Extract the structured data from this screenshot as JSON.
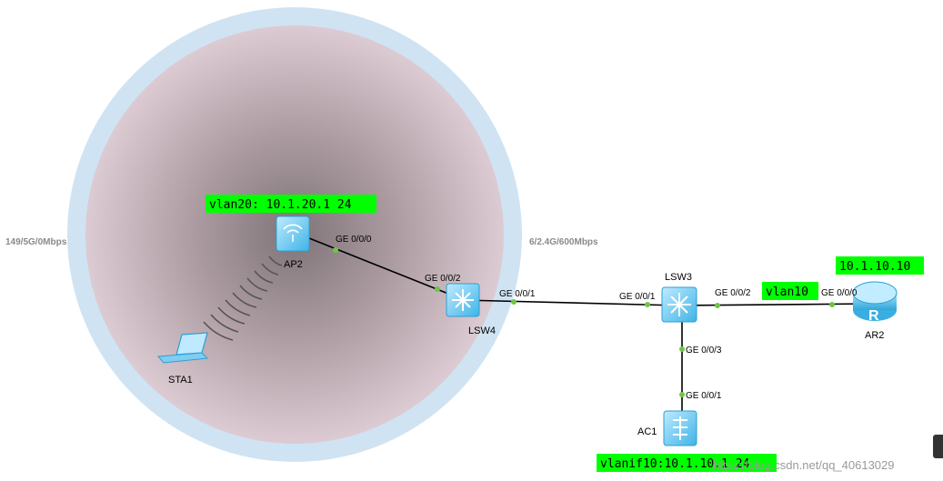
{
  "devices": {
    "ap2": "AP2",
    "sta1": "STA1",
    "lsw4": "LSW4",
    "lsw3": "LSW3",
    "ar2": "AR2",
    "ac1": "AC1"
  },
  "radio_info": {
    "band_5g": "149/5G/0Mbps",
    "band_24g": "6/2.4G/600Mbps"
  },
  "ports": {
    "ap2_ge000": "GE 0/0/0",
    "lsw4_ge002": "GE 0/0/2",
    "lsw4_ge001": "GE 0/0/1",
    "lsw3_ge001": "GE 0/0/1",
    "lsw3_ge002": "GE 0/0/2",
    "lsw3_ge003": "GE 0/0/3",
    "ar2_ge000": "GE 0/0/0",
    "ac1_ge001": "GE 0/0/1"
  },
  "notes": {
    "ap_vlan": "vlan20: 10.1.20.1 24",
    "ar2_ip": "10.1.10.10",
    "vlan10": "vlan10",
    "ac_vlanif": "vlanif10:10.1.10.1 24"
  },
  "watermark": "https://blog.csdn.net/qq_40613029",
  "colors": {
    "note_bg": "#00ff00",
    "link": "#000000",
    "port_dot": "#6cc644",
    "coverage_outer": "#cfe3f3",
    "coverage_inner": "#d8c4cc",
    "device_blue": "#5fc4ee"
  }
}
